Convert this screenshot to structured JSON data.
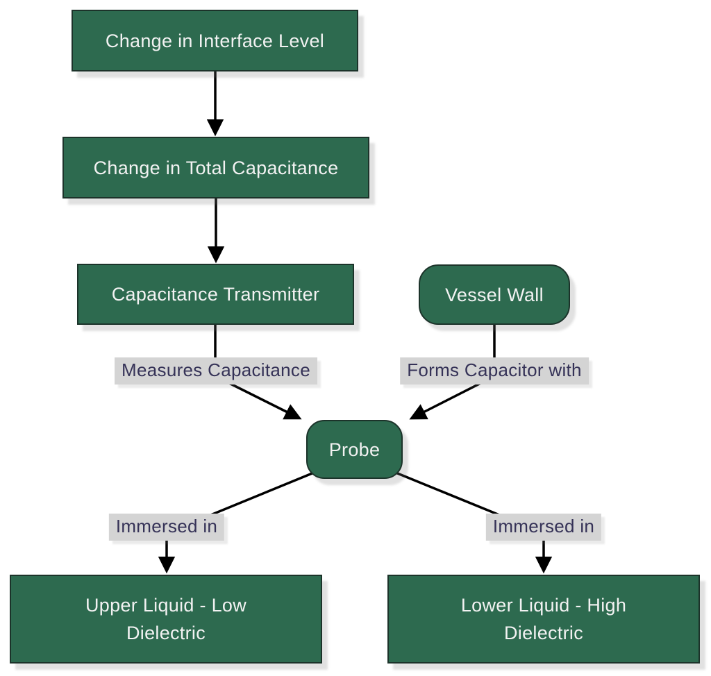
{
  "diagram": {
    "type": "flowchart",
    "nodes": {
      "interface_level": {
        "label": "Change in Interface Level",
        "shape": "rect"
      },
      "total_capacitance": {
        "label": "Change in Total Capacitance",
        "shape": "rect"
      },
      "transmitter": {
        "label": "Capacitance Transmitter",
        "shape": "rect"
      },
      "vessel_wall": {
        "label": "Vessel Wall",
        "shape": "rounded"
      },
      "probe": {
        "label": "Probe",
        "shape": "rounded"
      },
      "upper_liquid": {
        "label": "Upper Liquid - Low Dielectric",
        "shape": "rect"
      },
      "lower_liquid": {
        "label": "Lower Liquid - High Dielectric",
        "shape": "rect"
      }
    },
    "edges": [
      {
        "from": "interface_level",
        "to": "total_capacitance",
        "label": ""
      },
      {
        "from": "total_capacitance",
        "to": "transmitter",
        "label": ""
      },
      {
        "from": "transmitter",
        "to": "probe",
        "label": "Measures Capacitance"
      },
      {
        "from": "vessel_wall",
        "to": "probe",
        "label": "Forms Capacitor with"
      },
      {
        "from": "probe",
        "to": "upper_liquid",
        "label": "Immersed in"
      },
      {
        "from": "probe",
        "to": "lower_liquid",
        "label": "Immersed in"
      }
    ],
    "edge_labels": {
      "measures": "Measures Capacitance",
      "forms": "Forms Capacitor with",
      "immersed_left": "Immersed in",
      "immersed_right": "Immersed in"
    },
    "colors": {
      "background": "#ffffff",
      "node_fill": "#2d6a4f",
      "node_border": "#1c332a",
      "node_text": "#f2f2f2",
      "label_bg": "#d4d4d4",
      "label_text": "#353257",
      "edge_stroke": "#000000"
    }
  }
}
